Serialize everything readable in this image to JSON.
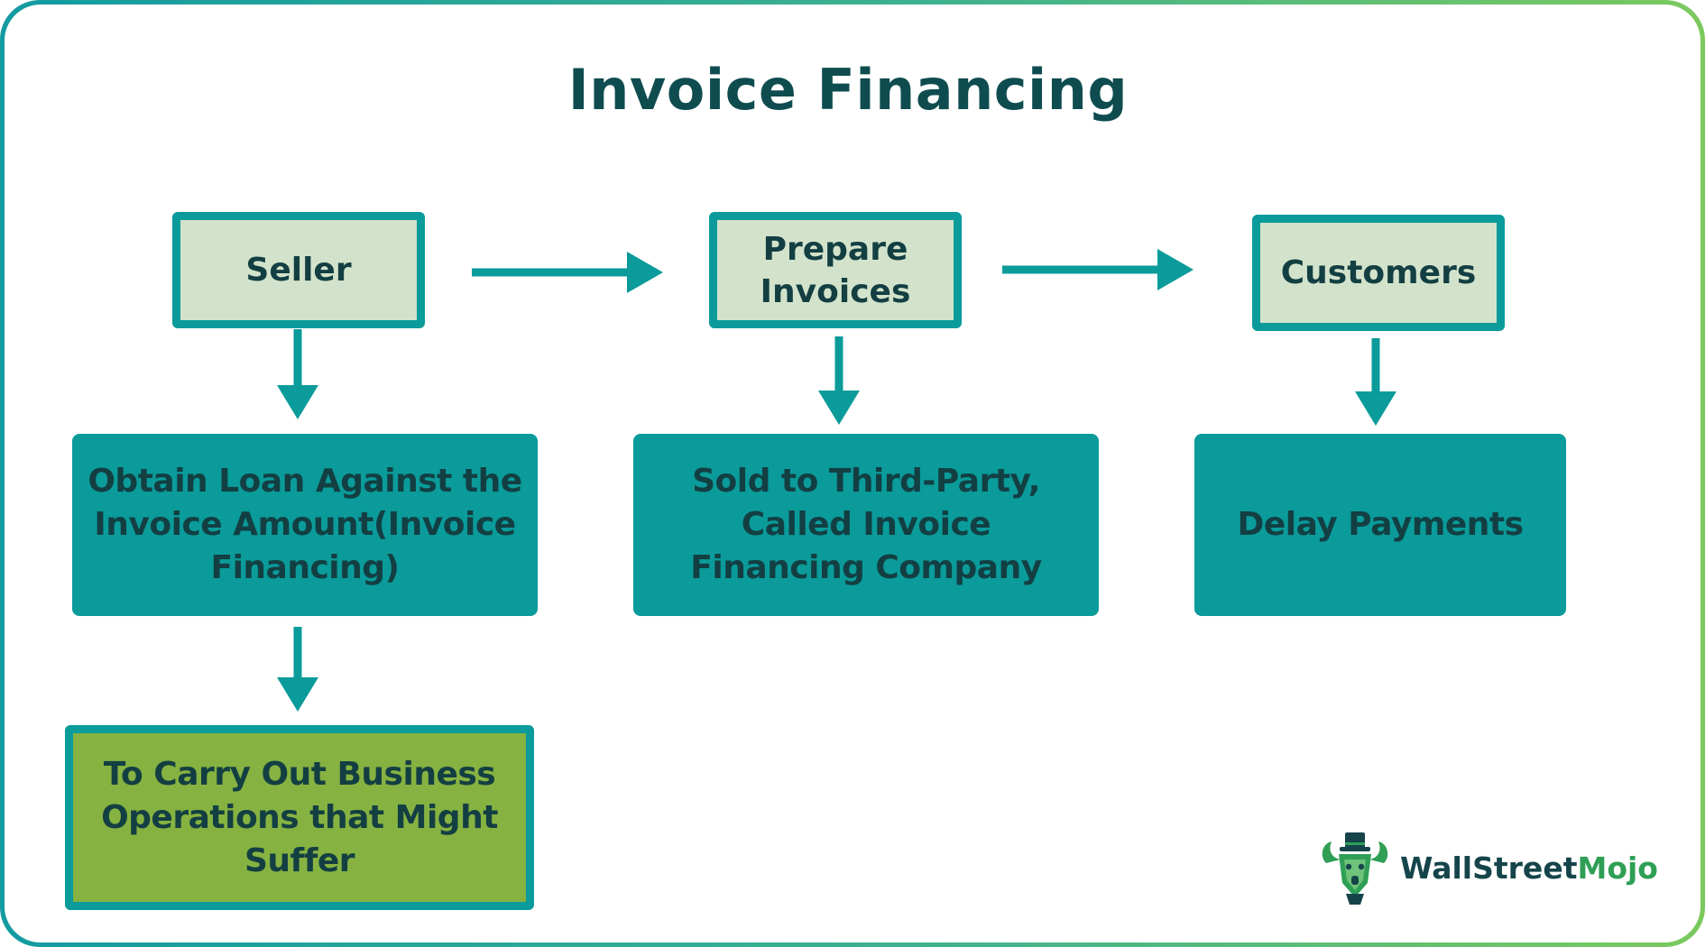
{
  "title": "Invoice Financing",
  "colors": {
    "teal": "#0a9b9a",
    "light_box": "#d3e3cb",
    "green_box": "#86b241",
    "dark_text": "#133f43"
  },
  "nodes": {
    "seller": "Seller",
    "prepare_invoices": [
      "Prepare",
      "Invoices"
    ],
    "customers": "Customers",
    "obtain_loan": [
      "Obtain Loan Against the",
      "Invoice Amount(Invoice",
      "Financing)"
    ],
    "sold_to_third_party": [
      "Sold to Third-Party,",
      "Called Invoice",
      "Financing Company"
    ],
    "delay_payments": "Delay Payments",
    "carry_out_business": [
      "To Carry Out Business",
      "Operations that Might",
      "Suffer"
    ]
  },
  "edges": [
    {
      "from": "seller",
      "to": "prepare_invoices"
    },
    {
      "from": "prepare_invoices",
      "to": "customers"
    },
    {
      "from": "seller",
      "to": "obtain_loan"
    },
    {
      "from": "prepare_invoices",
      "to": "sold_to_third_party"
    },
    {
      "from": "customers",
      "to": "delay_payments"
    },
    {
      "from": "obtain_loan",
      "to": "carry_out_business"
    }
  ],
  "logo": {
    "icon": "bull-mascot-icon",
    "text_dark": "WallStreet",
    "text_green": "Mojo"
  }
}
